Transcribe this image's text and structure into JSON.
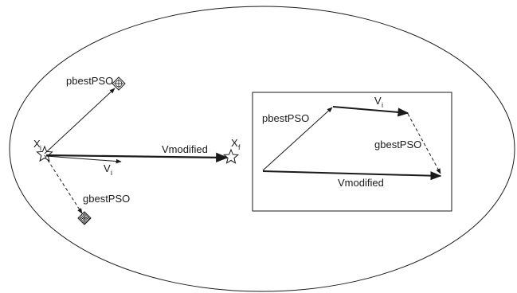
{
  "labels": {
    "pbest": "pbestPSO",
    "gbest": "gbestPSO",
    "vmodified": "Vmodified",
    "xi_base": "X",
    "xi_sub": "i",
    "xf_base": "X",
    "xf_sub": "f",
    "vi_base": "V",
    "vi_sub": "i"
  },
  "inset": {
    "pbest": "pbestPSO",
    "vi_base": "V",
    "vi_sub": "i",
    "gbest": "gbestPSO",
    "vmodified": "Vmodified"
  },
  "colors": {
    "stroke": "#1a1a1a",
    "background": "#ffffff"
  },
  "icons": {
    "xi_marker": "star-icon",
    "xf_marker": "star-icon",
    "pbest_marker": "crosshair-diamond-icon",
    "gbest_marker": "hatched-diamond-icon"
  }
}
